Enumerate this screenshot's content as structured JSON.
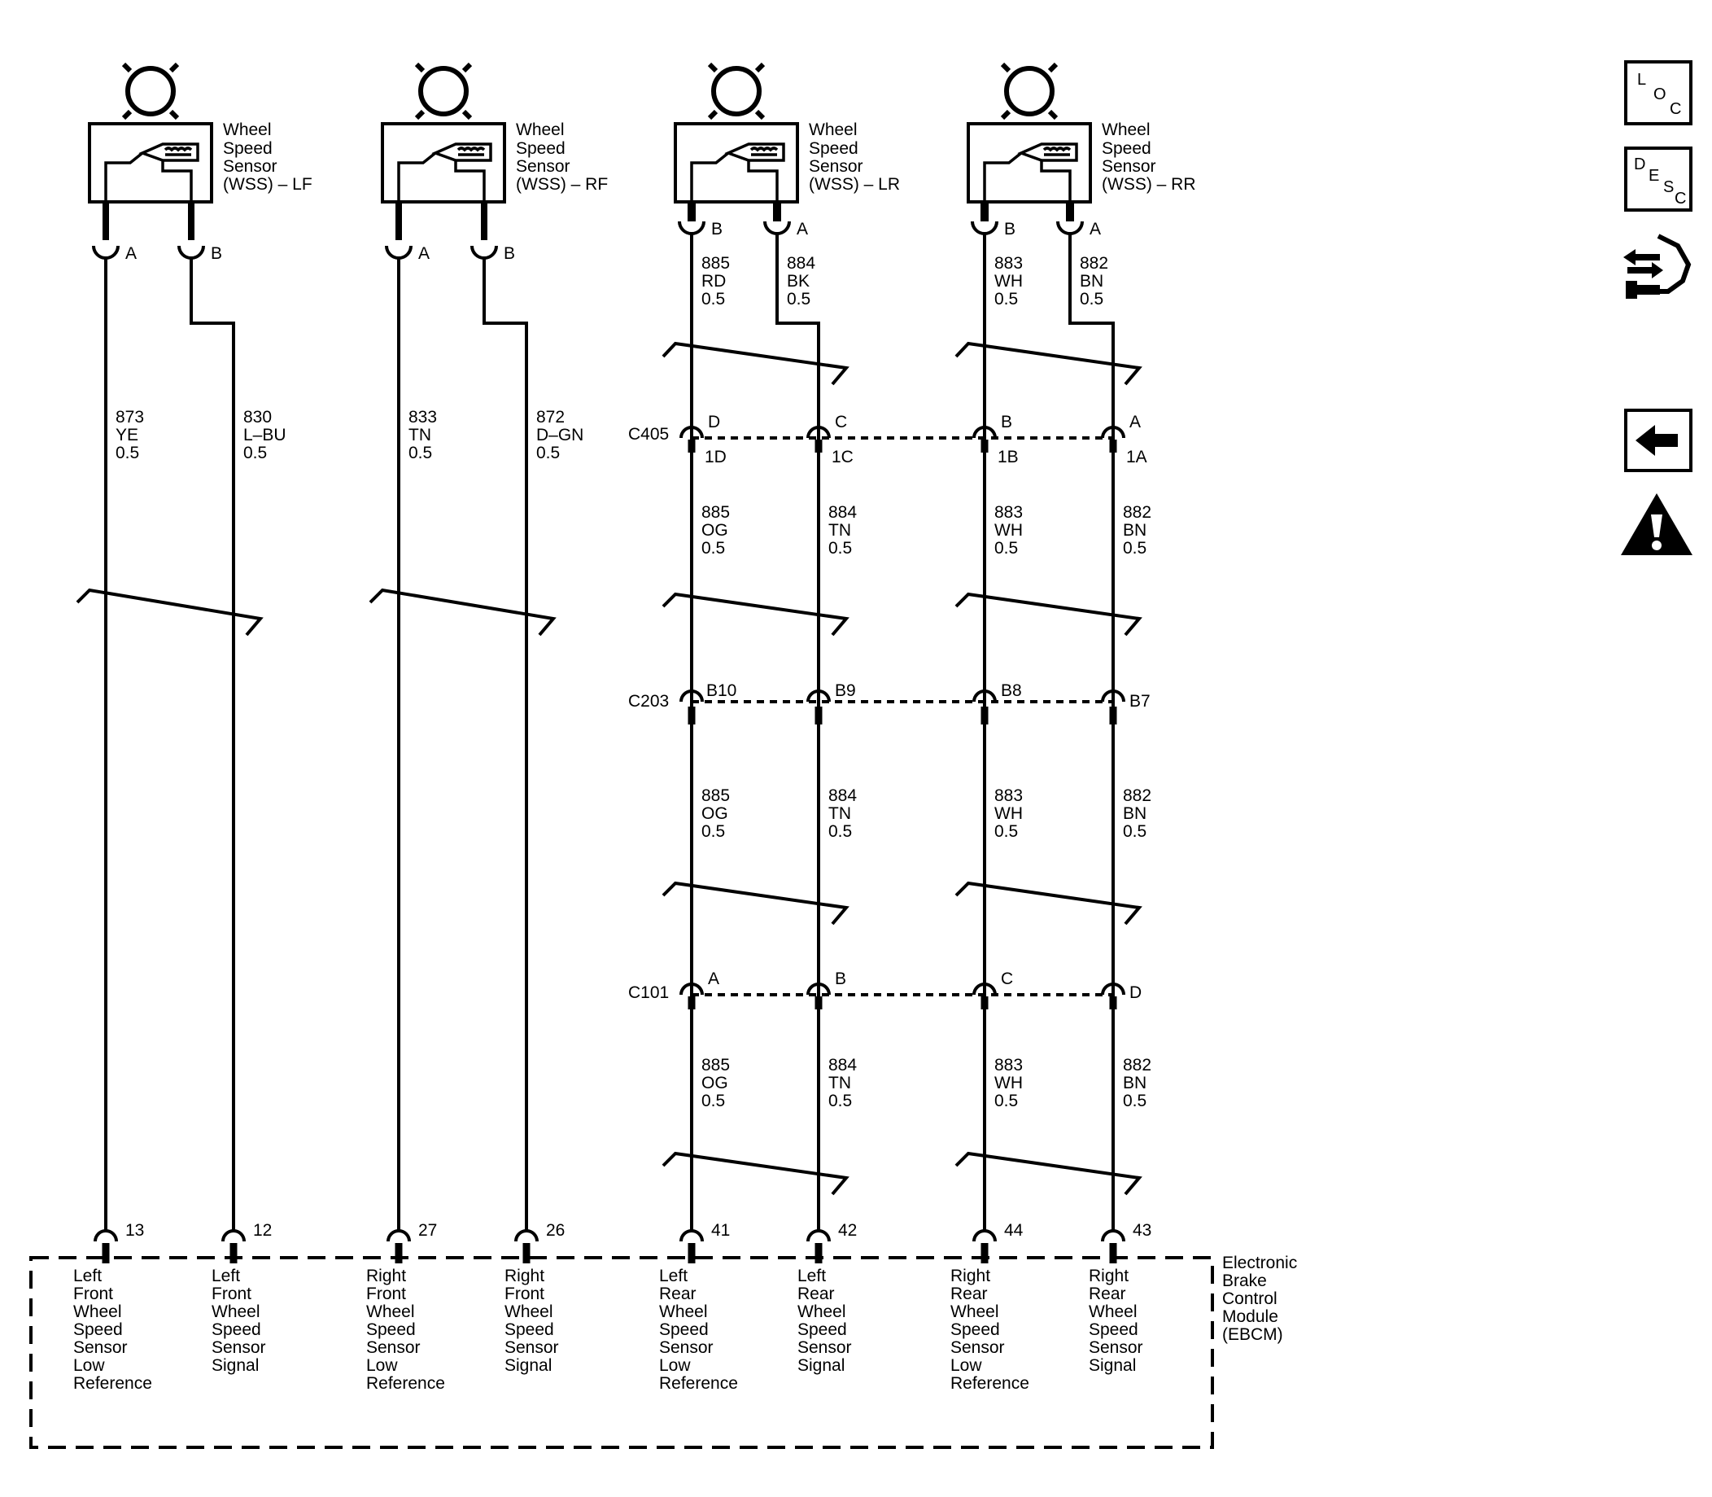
{
  "sensors": [
    {
      "id": "lf",
      "label": [
        "Wheel",
        "Speed",
        "Sensor",
        "(WSS) – LF"
      ],
      "left_term": "A",
      "right_term": "B"
    },
    {
      "id": "rf",
      "label": [
        "Wheel",
        "Speed",
        "Sensor",
        "(WSS) – RF"
      ],
      "left_term": "A",
      "right_term": "B"
    },
    {
      "id": "lr",
      "label": [
        "Wheel",
        "Speed",
        "Sensor",
        "(WSS) – LR"
      ],
      "left_term": "B",
      "right_term": "A"
    },
    {
      "id": "rr",
      "label": [
        "Wheel",
        "Speed",
        "Sensor",
        "(WSS) – RR"
      ],
      "left_term": "B",
      "right_term": "A"
    }
  ],
  "wires": [
    {
      "id": "lf-a",
      "segments": [
        [
          "873",
          "YE",
          "0.5"
        ]
      ],
      "module_pin": "13",
      "module_label": [
        "Left",
        "Front",
        "Wheel",
        "Speed",
        "Sensor",
        "Low",
        "Reference"
      ]
    },
    {
      "id": "lf-b",
      "segments": [
        [
          "830",
          "L–BU",
          "0.5"
        ]
      ],
      "module_pin": "12",
      "module_label": [
        "Left",
        "Front",
        "Wheel",
        "Speed",
        "Sensor",
        "Signal"
      ]
    },
    {
      "id": "rf-a",
      "segments": [
        [
          "833",
          "TN",
          "0.5"
        ]
      ],
      "module_pin": "27",
      "module_label": [
        "Right",
        "Front",
        "Wheel",
        "Speed",
        "Sensor",
        "Low",
        "Reference"
      ]
    },
    {
      "id": "rf-b",
      "segments": [
        [
          "872",
          "D–GN",
          "0.5"
        ]
      ],
      "module_pin": "26",
      "module_label": [
        "Right",
        "Front",
        "Wheel",
        "Speed",
        "Sensor",
        "Signal"
      ]
    },
    {
      "id": "lr-b",
      "segments": [
        [
          "885",
          "RD",
          "0.5"
        ],
        [
          "885",
          "OG",
          "0.5"
        ],
        [
          "885",
          "OG",
          "0.5"
        ],
        [
          "885",
          "OG",
          "0.5"
        ]
      ],
      "pins": {
        "c405_top": "D",
        "c405_bottom": "1D",
        "c203": "B10",
        "c101": "A"
      },
      "module_pin": "41",
      "module_label": [
        "Left",
        "Rear",
        "Wheel",
        "Speed",
        "Sensor",
        "Low",
        "Reference"
      ]
    },
    {
      "id": "lr-a",
      "segments": [
        [
          "884",
          "BK",
          "0.5"
        ],
        [
          "884",
          "TN",
          "0.5"
        ],
        [
          "884",
          "TN",
          "0.5"
        ],
        [
          "884",
          "TN",
          "0.5"
        ]
      ],
      "pins": {
        "c405_top": "C",
        "c405_bottom": "1C",
        "c203": "B9",
        "c101": "B"
      },
      "module_pin": "42",
      "module_label": [
        "Left",
        "Rear",
        "Wheel",
        "Speed",
        "Sensor",
        "Signal"
      ]
    },
    {
      "id": "rr-b",
      "segments": [
        [
          "883",
          "WH",
          "0.5"
        ],
        [
          "883",
          "WH",
          "0.5"
        ],
        [
          "883",
          "WH",
          "0.5"
        ],
        [
          "883",
          "WH",
          "0.5"
        ]
      ],
      "pins": {
        "c405_top": "B",
        "c405_bottom": "1B",
        "c203": "B8",
        "c101": "C"
      },
      "module_pin": "44",
      "module_label": [
        "Right",
        "Rear",
        "Wheel",
        "Speed",
        "Sensor",
        "Low",
        "Reference"
      ]
    },
    {
      "id": "rr-a",
      "segments": [
        [
          "882",
          "BN",
          "0.5"
        ],
        [
          "882",
          "BN",
          "0.5"
        ],
        [
          "882",
          "BN",
          "0.5"
        ],
        [
          "882",
          "BN",
          "0.5"
        ]
      ],
      "pins": {
        "c405_top": "A",
        "c405_bottom": "1A",
        "c203": "B7",
        "c101": "D"
      },
      "module_pin": "43",
      "module_label": [
        "Right",
        "Rear",
        "Wheel",
        "Speed",
        "Sensor",
        "Signal"
      ]
    }
  ],
  "connectors": {
    "c405": "C405",
    "c203": "C203",
    "c101": "C101"
  },
  "module": {
    "label": [
      "Electronic",
      "Brake",
      "Control",
      "Module",
      "(EBCM)"
    ]
  },
  "nav": {
    "loc": {
      "l": "L",
      "o": "O",
      "c": "C"
    },
    "desc": {
      "d": "D",
      "e": "E",
      "s": "S",
      "c": "C"
    },
    "icons": [
      "loc-icon",
      "desc-icon",
      "connector-service-icon",
      "back-arrow-icon",
      "warning-icon"
    ]
  },
  "colors": {
    "line": "#000000",
    "background": "#ffffff"
  }
}
